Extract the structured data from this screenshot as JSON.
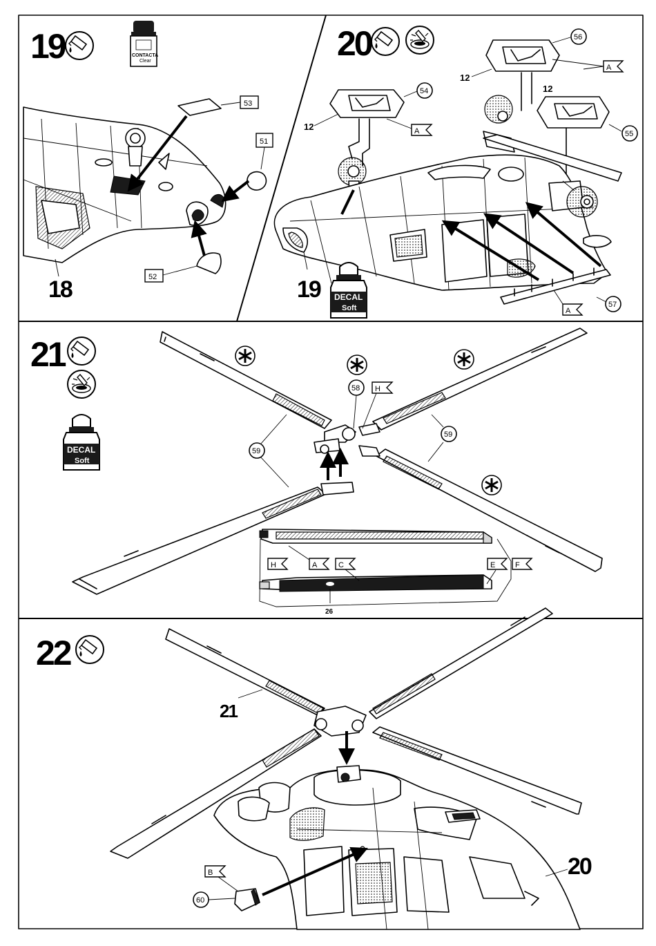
{
  "steps": [
    {
      "number": "19",
      "callout_parts": [
        "53",
        "51",
        "52"
      ],
      "assembly_label": "18",
      "glue_label": "CONTACTA",
      "glue_sub": "Clear"
    },
    {
      "number": "20",
      "callout_parts": [
        "54",
        "56",
        "55",
        "57"
      ],
      "assembly_label": "19",
      "ref_labels": [
        "12",
        "12",
        "12"
      ],
      "decal_flags": [
        "A",
        "A",
        "A"
      ],
      "decal_product": {
        "line1": "DECAL",
        "line2": "Soft"
      }
    },
    {
      "number": "21",
      "callout_parts": [
        "58",
        "59",
        "59",
        "59"
      ],
      "decal_flags": [
        "H"
      ],
      "blade_flags_top": [
        "H",
        "A",
        "E"
      ],
      "blade_flags_bottom": [
        "H",
        "C",
        "E",
        "F"
      ],
      "blade_ref": "26",
      "decal_product": {
        "line1": "DECAL",
        "line2": "Soft"
      }
    },
    {
      "number": "22",
      "callout_parts": [
        "60"
      ],
      "assembly_labels": [
        "21",
        "20"
      ],
      "decal_flags": [
        "B"
      ]
    }
  ]
}
